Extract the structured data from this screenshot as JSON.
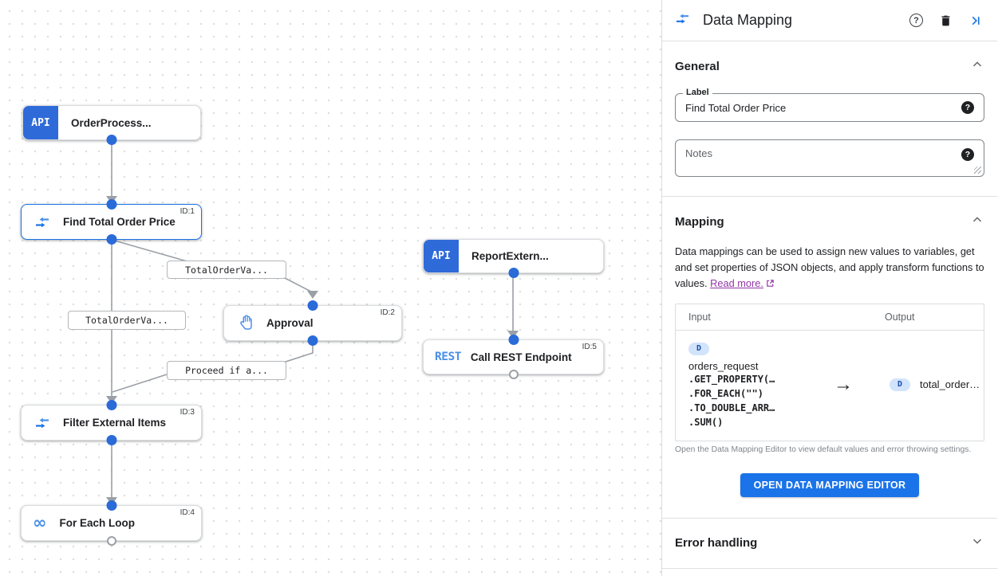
{
  "panel": {
    "title": "Data Mapping",
    "header_icons": {
      "help": "help-icon",
      "delete": "delete-icon",
      "collapse": "collapse-panel-icon"
    },
    "general": {
      "title": "General",
      "label_field": {
        "label": "Label",
        "value": "Find Total Order Price"
      },
      "notes_field": {
        "placeholder": "Notes"
      }
    },
    "mapping": {
      "title": "Mapping",
      "description": "Data mappings can be used to assign new values to variables, get and set properties of JSON objects, and apply transform functions to values.",
      "read_more_label": "Read more.",
      "table": {
        "input_header": "Input",
        "output_header": "Output",
        "row": {
          "input_badge": "D",
          "input_var": "orders_request",
          "input_expr": [
            ".GET_PROPERTY(…",
            ".FOR_EACH(\"\")",
            ".TO_DOUBLE_ARR…",
            ".SUM()"
          ],
          "arrow": "→",
          "output_badge": "D",
          "output_var": "total_order…"
        }
      },
      "hint": "Open the Data Mapping Editor to view default values and error throwing settings.",
      "button_label": "OPEN DATA MAPPING EDITOR"
    },
    "error_handling": {
      "title": "Error handling"
    }
  },
  "canvas": {
    "nodes": [
      {
        "label": "OrderProcess...",
        "badge": "API"
      },
      {
        "label": "Find Total Order Price",
        "node_id": "ID:1",
        "selected": true
      },
      {
        "label": "ReportExtern...",
        "badge": "API"
      },
      {
        "label": "Approval",
        "node_id": "ID:2"
      },
      {
        "label": "Call REST Endpoint",
        "badge": "REST",
        "node_id": "ID:5"
      },
      {
        "label": "Filter External Items",
        "node_id": "ID:3"
      },
      {
        "label": "For Each Loop",
        "node_id": "ID:4"
      }
    ],
    "edge_labels": [
      {
        "text": "TotalOrderVa..."
      },
      {
        "text": "TotalOrderVa..."
      },
      {
        "text": "Proceed if a..."
      }
    ]
  },
  "icons": {
    "question": "?",
    "infinity": "∞"
  },
  "colors": {
    "accent": "#1a73e8",
    "node_badge_blue": "#2f6bd8",
    "rest_blue": "#4b8fe8",
    "edge_gray": "#9aa0a6",
    "link_purple": "#9334a6",
    "pill_bg": "#d2e3fc",
    "pill_text": "#174ea6",
    "button_bg": "#1a73e8"
  }
}
